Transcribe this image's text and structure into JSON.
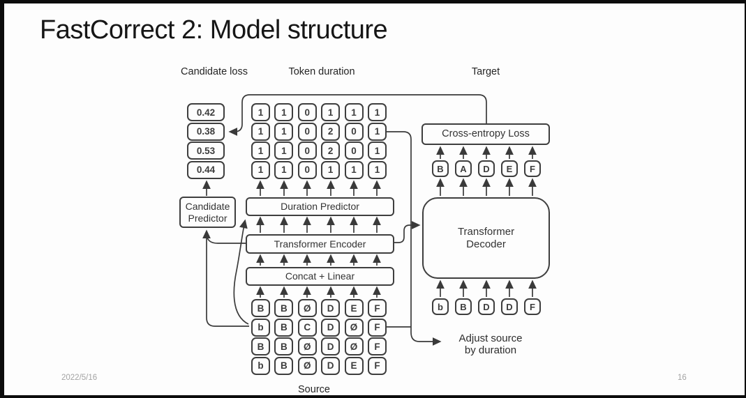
{
  "slide": {
    "title": "FastCorrect 2: Model structure",
    "date": "2022/5/16",
    "page_number": "16"
  },
  "labels": {
    "candidate_loss": "Candidate loss",
    "token_duration": "Token duration",
    "target": "Target",
    "source": "Source",
    "adjust_note": "Adjust source by duration"
  },
  "boxes": {
    "candidate_predictor": "Candidate Predictor",
    "duration_predictor": "Duration Predictor",
    "transformer_encoder": "Transformer Encoder",
    "concat_linear": "Concat + Linear",
    "cross_entropy_loss": "Cross-entropy Loss",
    "transformer_decoder": "Transformer Decoder"
  },
  "candidate_loss_values": [
    "0.42",
    "0.38",
    "0.53",
    "0.44"
  ],
  "token_duration_rows": [
    [
      "1",
      "1",
      "0",
      "1",
      "1",
      "1"
    ],
    [
      "1",
      "1",
      "0",
      "2",
      "0",
      "1"
    ],
    [
      "1",
      "1",
      "0",
      "2",
      "0",
      "1"
    ],
    [
      "1",
      "1",
      "0",
      "1",
      "1",
      "1"
    ]
  ],
  "source_rows": [
    [
      "B",
      "B",
      "Ø",
      "D",
      "E",
      "F"
    ],
    [
      "b",
      "B",
      "C",
      "D",
      "Ø",
      "F"
    ],
    [
      "B",
      "B",
      "Ø",
      "D",
      "Ø",
      "F"
    ],
    [
      "b",
      "B",
      "Ø",
      "D",
      "E",
      "F"
    ]
  ],
  "target_tokens": [
    "B",
    "A",
    "D",
    "E",
    "F"
  ],
  "decoder_input_tokens": [
    "b",
    "B",
    "D",
    "D",
    "F"
  ],
  "colors": {
    "line": "#3a3a3a",
    "box_border": "#3e3e3e",
    "background": "#fdfdfd",
    "muted": "#a3a3a3"
  }
}
